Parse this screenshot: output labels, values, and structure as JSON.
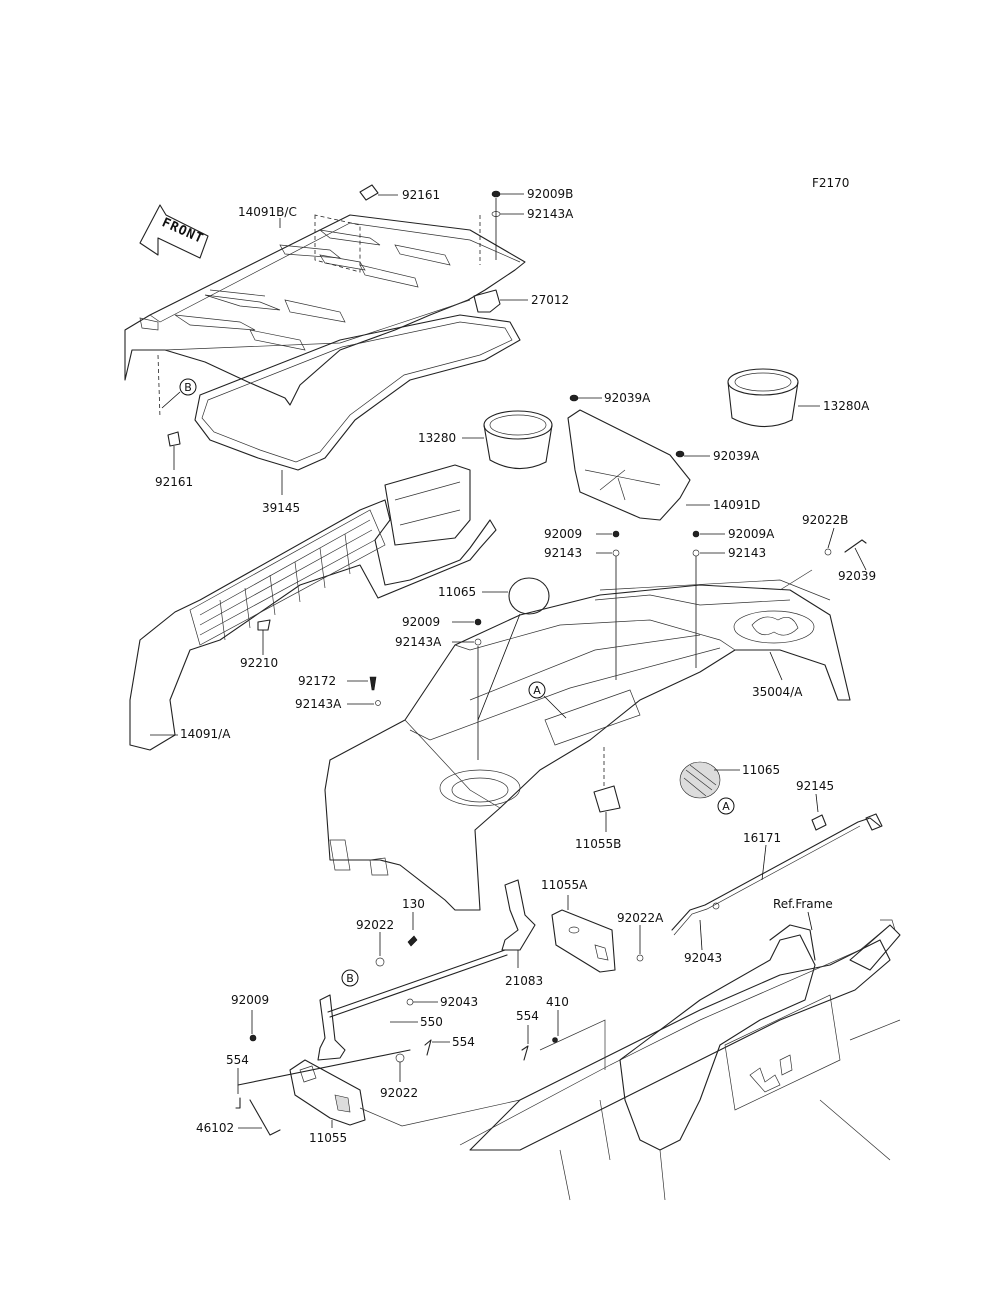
{
  "diagram_id": "F2170",
  "front_label": "FRONT",
  "ref_frame_label": "Ref.Frame",
  "callouts": {
    "c92161_top": "92161",
    "c14091BC": "14091B/C",
    "c92009B": "92009B",
    "c92143A_top": "92143A",
    "c27012": "27012",
    "c92161_left": "92161",
    "c39145": "39145",
    "c92039A_1": "92039A",
    "c13280": "13280",
    "c13280A": "13280A",
    "c92039A_2": "92039A",
    "c14091D": "14091D",
    "c92009_a": "92009",
    "c92009A": "92009A",
    "c92022B": "92022B",
    "c92143_a": "92143",
    "c92143_b": "92143",
    "c92039": "92039",
    "c11065_a": "11065",
    "c92009_b": "92009",
    "c92143A_mid": "92143A",
    "c92210": "92210",
    "c92172": "92172",
    "c92143A_low": "92143A",
    "c35004A": "35004/A",
    "c14091A": "14091/A",
    "c11065_b": "11065",
    "c92145": "92145",
    "c11055B": "11055B",
    "c16171": "16171",
    "c11055A": "11055A",
    "c130": "130",
    "c92022_a": "92022",
    "c92022A": "92022A",
    "c92043_a": "92043",
    "c21083": "21083",
    "c92009_c": "92009",
    "c92043_b": "92043",
    "c550": "550",
    "c410": "410",
    "c554_a": "554",
    "c554_b": "554",
    "c554_c": "554",
    "c92022_b": "92022",
    "c46102": "46102",
    "c11055": "11055"
  },
  "ref_markers": {
    "A1": "A",
    "A2": "A",
    "B1": "B",
    "B2": "B"
  }
}
